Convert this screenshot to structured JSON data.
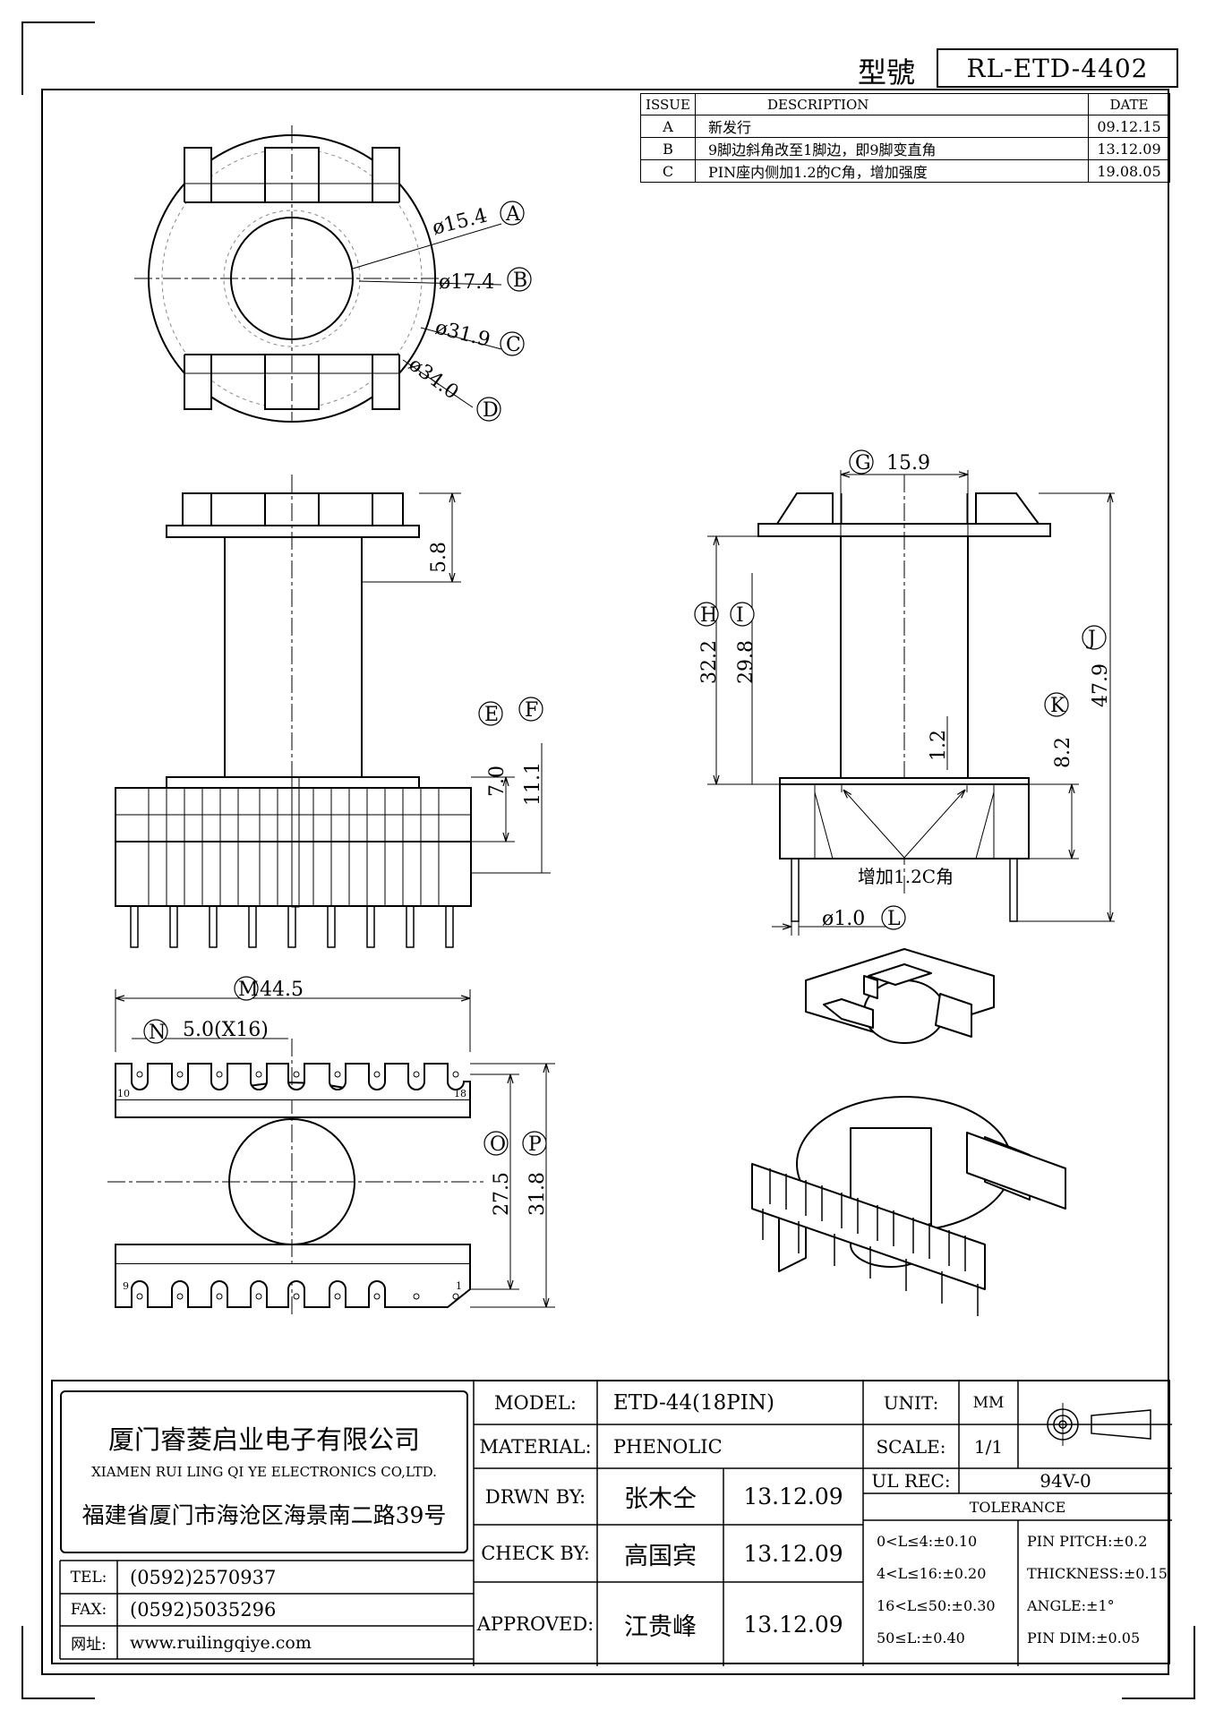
{
  "header": {
    "model_label": "型號",
    "model_number": "RL-ETD-4402"
  },
  "revisions": {
    "headers": [
      "ISSUE",
      "DESCRIPTION",
      "DATE"
    ],
    "rows": [
      {
        "issue": "A",
        "description": "新发行",
        "date": "09.12.15"
      },
      {
        "issue": "B",
        "description": "9脚边斜角改至1脚边，即9脚变直角",
        "date": "13.12.09"
      },
      {
        "issue": "C",
        "description": "PIN座内侧加1.2的C角，增加强度",
        "date": "19.08.05"
      }
    ]
  },
  "dimensions": {
    "A": "ø15.4",
    "B": "ø17.4",
    "C": "ø31.9",
    "D": "ø34.0",
    "E": "7.0",
    "F": "11.1",
    "G": "15.9",
    "H": "32.2",
    "I": "29.8",
    "J": "47.9",
    "K": "8.2",
    "L": "ø1.0",
    "M": "44.5",
    "N": "5.0(X16)",
    "O": "27.5",
    "P": "31.8",
    "flange_height": "5.8",
    "chamfer": "1.2",
    "chamfer_note": "增加1.2C角",
    "pin_label_10": "10",
    "pin_label_18": "18",
    "pin_label_9": "9",
    "pin_label_1": "1"
  },
  "callouts": [
    "A",
    "B",
    "C",
    "D",
    "E",
    "F",
    "G",
    "H",
    "I",
    "J",
    "K",
    "L",
    "M",
    "N",
    "O",
    "P"
  ],
  "title_block": {
    "company_cn": "厦门睿菱启业电子有限公司",
    "company_en": "XIAMEN RUI LING QI YE ELECTRONICS CO,LTD.",
    "address": "福建省厦门市海沧区海景南二路39号",
    "tel_label": "TEL:",
    "tel": "(0592)2570937",
    "fax_label": "FAX:",
    "fax": "(0592)5035296",
    "web_label": "网址:",
    "web": "www.ruilingqiye.com",
    "model_label": "MODEL:",
    "model": "ETD-44(18PIN)",
    "material_label": "MATERIAL:",
    "material": "PHENOLIC",
    "drawn_label": "DRWN BY:",
    "drawn_by": "张木仝",
    "drawn_date": "13.12.09",
    "check_label": "CHECK BY:",
    "check_by": "高国宾",
    "check_date": "13.12.09",
    "approved_label": "APPROVED:",
    "approved_by": "江贵峰",
    "approved_date": "13.12.09",
    "unit_label": "UNIT:",
    "unit": "MM",
    "scale_label": "SCALE:",
    "scale": "1/1",
    "ul_label": "UL REC:",
    "ul": "94V-0",
    "tolerance_label": "TOLERANCE",
    "tol_1": "0<L≤4:±0.10",
    "tol_2": "4<L≤16:±0.20",
    "tol_3": "16<L≤50:±0.30",
    "tol_4": "50≤L:±0.40",
    "tol_pitch": "PIN PITCH:±0.2",
    "tol_thick": "THICKNESS:±0.15",
    "tol_angle": "ANGLE:±1°",
    "tol_pindim": "PIN DIM:±0.05"
  }
}
